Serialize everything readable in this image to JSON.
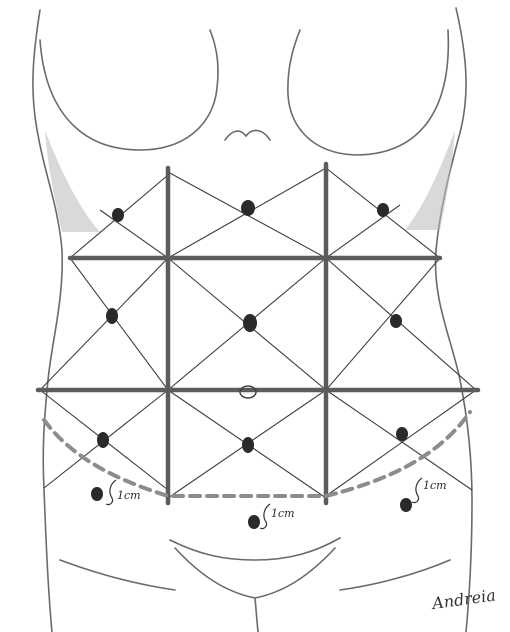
{
  "figure": {
    "annotations": {
      "left_offset": "1cm",
      "center_offset": "1cm",
      "right_offset": "1cm"
    },
    "signature": "Andreia"
  },
  "colors": {
    "grid": "#5c5c5c",
    "dot": "#2a2a2a",
    "dashed_line": "#8c8c8c",
    "skin_outline": "#6a6a6a"
  }
}
